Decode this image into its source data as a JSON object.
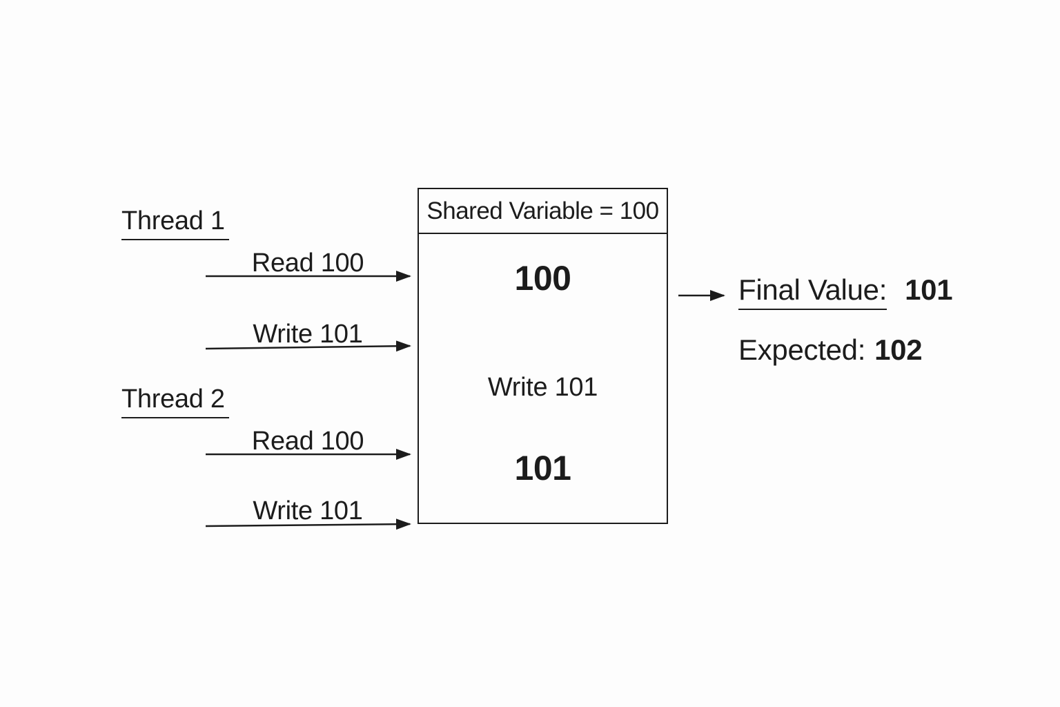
{
  "colors": {
    "ink": "#1c1c1c",
    "background": "#fdfdfd"
  },
  "threads": [
    {
      "label": "Thread 1",
      "actions": [
        "Read 100",
        "Write 101"
      ]
    },
    {
      "label": "Thread 2",
      "actions": [
        "Read 100",
        "Write 101"
      ]
    }
  ],
  "shared_box": {
    "header": "Shared Variable = 100",
    "initial_value": "100",
    "operation": "Write 101",
    "result_value": "101"
  },
  "result": {
    "final_label": "Final Value:",
    "final_value": "101",
    "expected_label": "Expected:",
    "expected_value": "102"
  }
}
